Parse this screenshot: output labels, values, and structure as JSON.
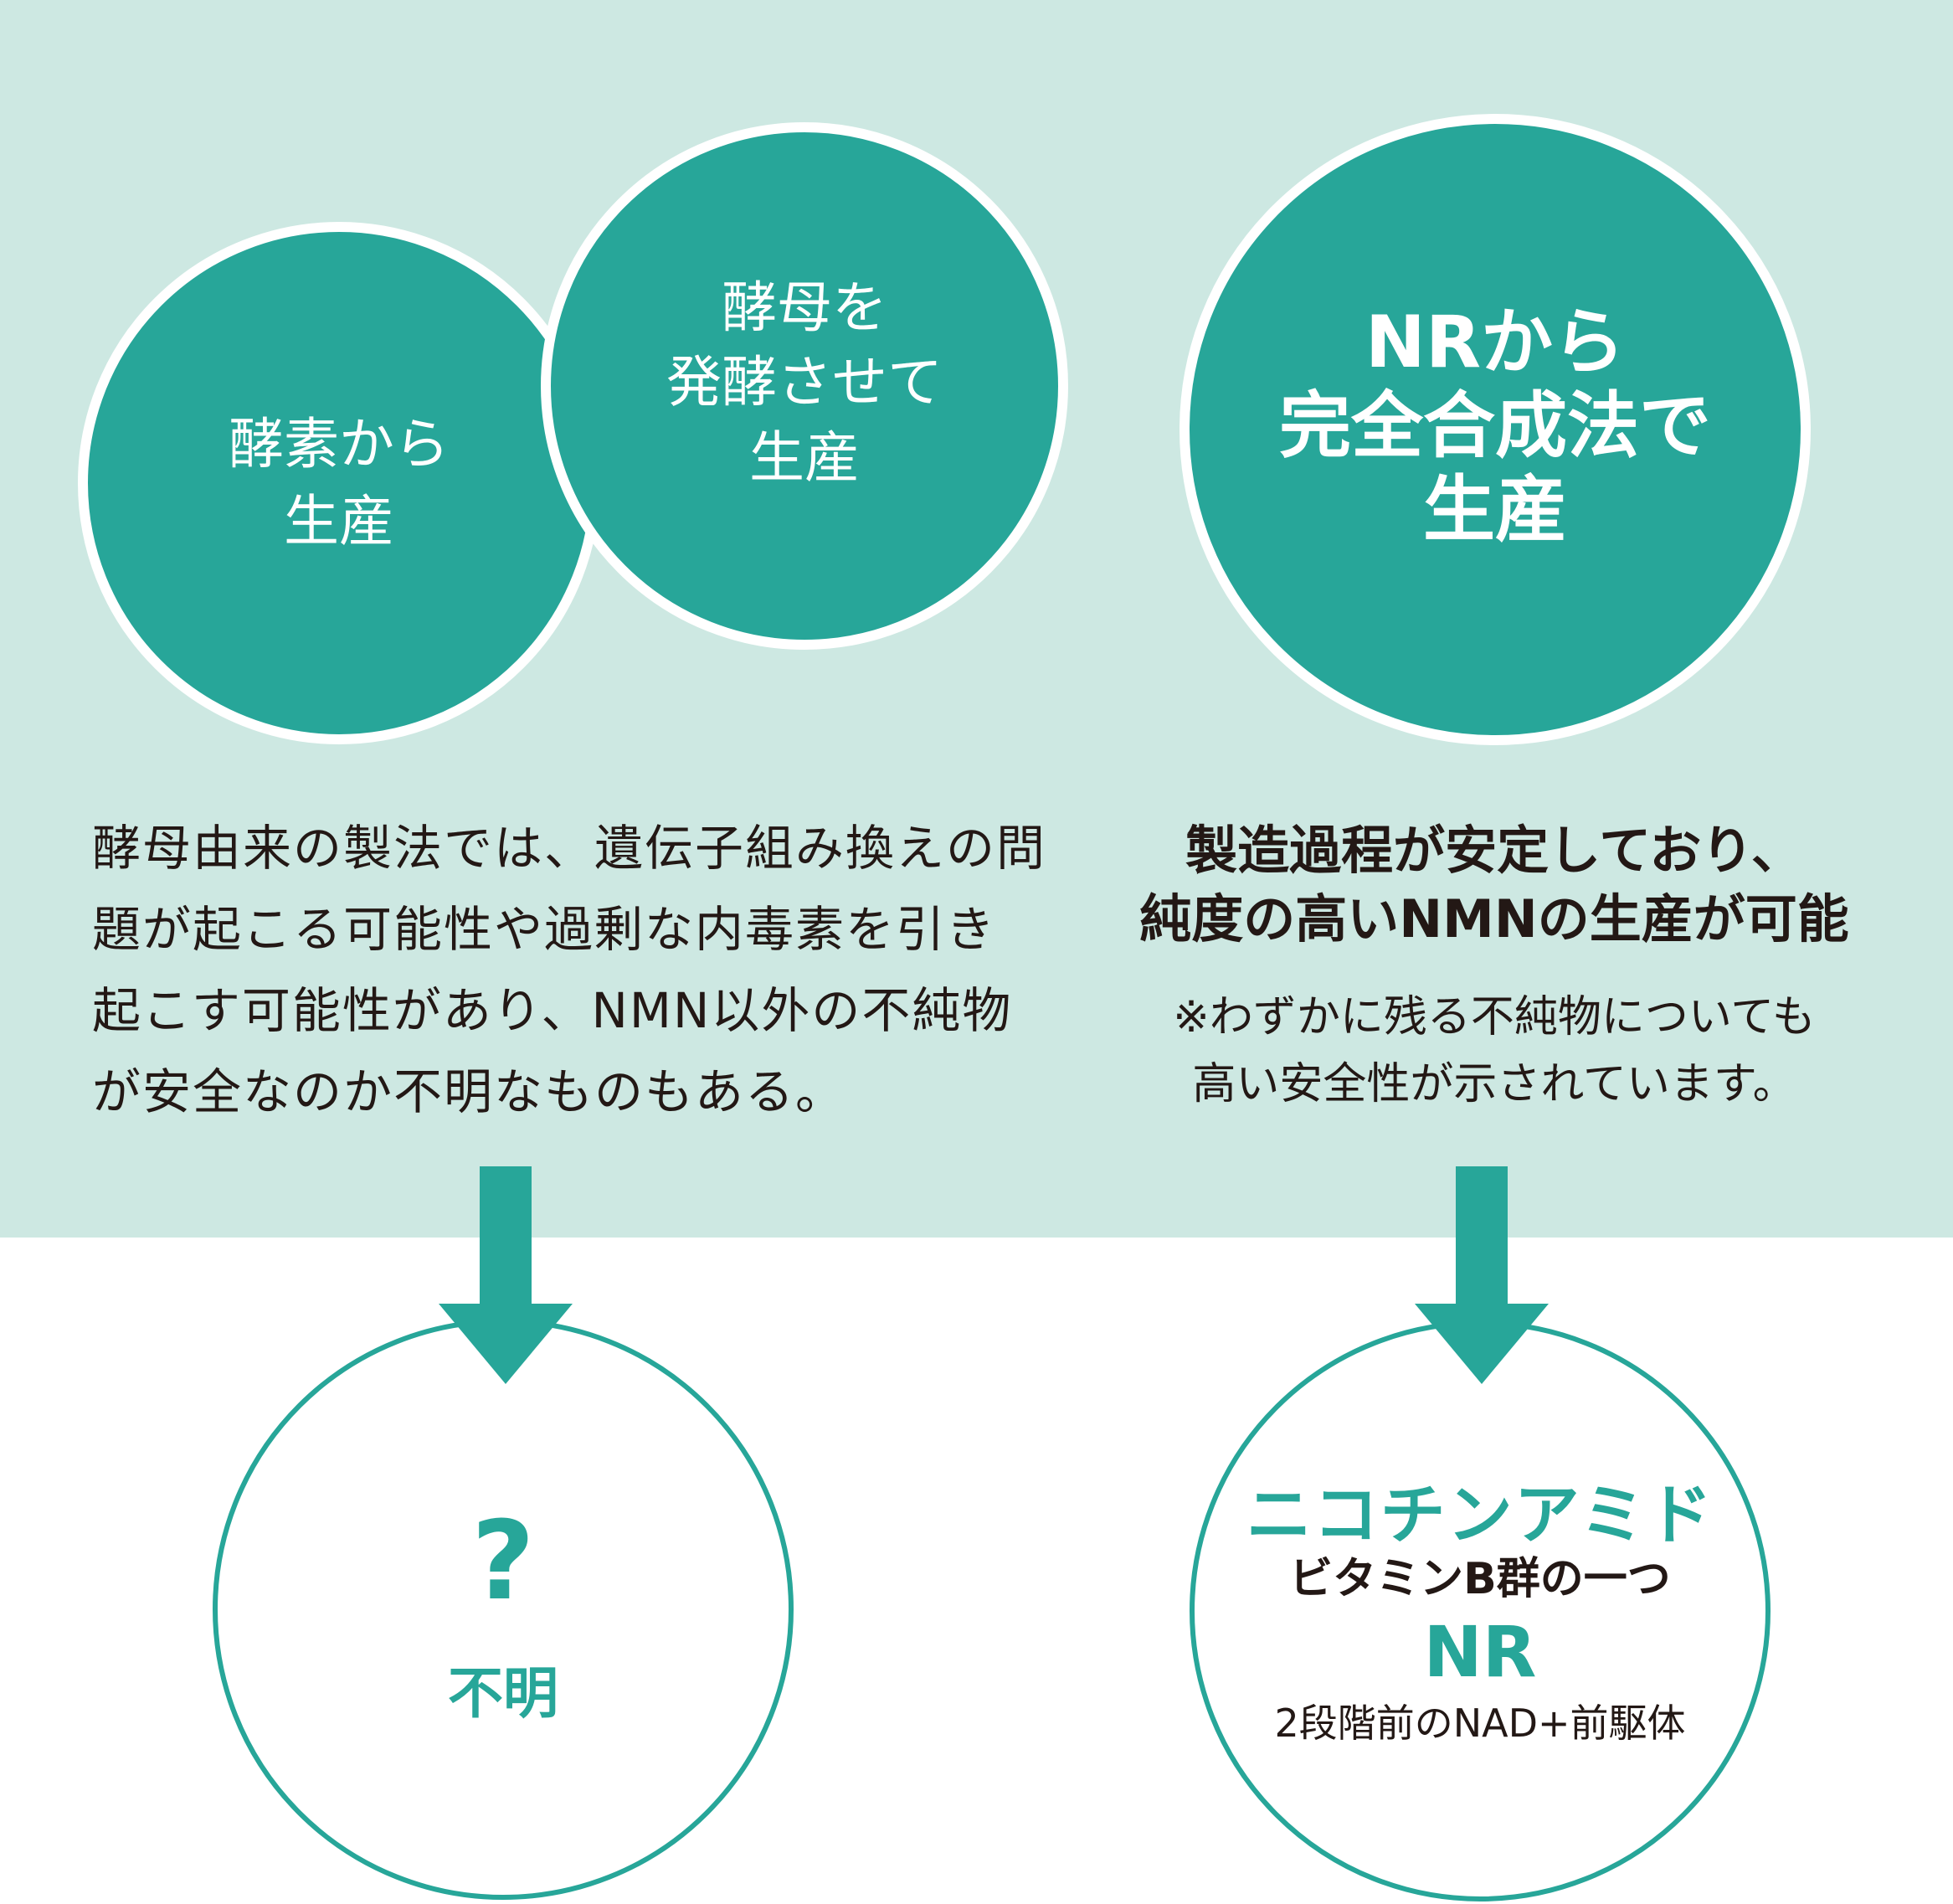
{
  "colors": {
    "teal": "#27A699",
    "light_band": "#CDE8E2",
    "text": "#231815",
    "white": "#FFFFFF"
  },
  "top_circles": [
    {
      "lines": [
        "酵素から",
        "生産"
      ]
    },
    {
      "lines": [
        "酵母を",
        "発酵させて",
        "生産"
      ]
    },
    {
      "lines": [
        "NRから",
        "完全合成法で",
        "生産"
      ]
    }
  ],
  "left_description": {
    "lines": [
      "酵母由来の製法では、遺伝子組み換えの問",
      "題が起こる可能性や過剰な内毒素を引き",
      "起こす可能性があり、NMN以外の不純物",
      "が安全なのか不明なものもある。"
    ]
  },
  "right_description": {
    "headline_lines": [
      "製造過程が安定しており、",
      "純度の高いNMNの生産が可能"
    ],
    "note_lines": [
      "※わずかに残る不純物についても",
      "高い安全性が示されています。"
    ]
  },
  "arrows": [
    {
      "icon": "arrow-down-icon"
    },
    {
      "icon": "arrow-down-icon"
    }
  ],
  "bottom_left_result": {
    "symbol": "?",
    "label": "不明"
  },
  "bottom_right_result": {
    "title": "ニコチンアミド",
    "subtitle": "ビタミンB群の一つ",
    "name": "NR",
    "description": "2段階前のNAD+前駆体"
  }
}
